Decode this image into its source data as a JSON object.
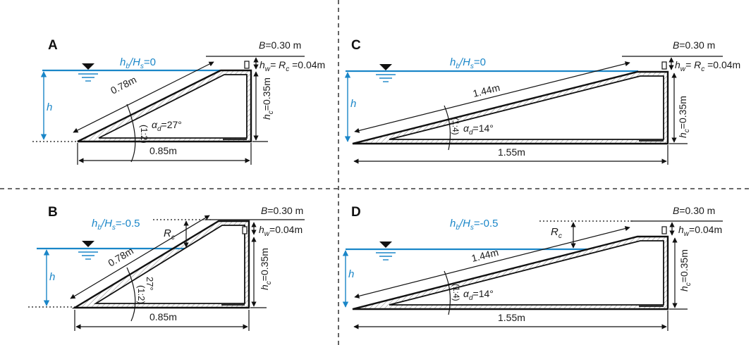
{
  "panels": [
    {
      "letter": "A",
      "ratio": "h",
      "ratio_sub": "b",
      "ratio_mid": "/H",
      "ratio_sub2": "s",
      "ratio_val": "=0",
      "B": "B",
      "B_val": "=0.30 m",
      "hw": "h",
      "hw_sub": "w",
      "hw_val": "= R",
      "rc_sub": "c",
      "rc_val": " =0.04m",
      "slope_len": "0.78m",
      "slope_ratio": "(1:2)",
      "angle_sym": "α",
      "angle_sub": "d",
      "angle_val": "=27°",
      "h": "h",
      "hc": "h",
      "hc_sub": "c",
      "hc_val": "=0.35m",
      "base": "0.85m"
    },
    {
      "letter": "C",
      "ratio": "h",
      "ratio_sub": "b",
      "ratio_mid": "/H",
      "ratio_sub2": "s",
      "ratio_val": "=0",
      "B": "B",
      "B_val": "=0.30 m",
      "hw": "h",
      "hw_sub": "w",
      "hw_val": "= R",
      "rc_sub": "c",
      "rc_val": " =0.04m",
      "slope_len": "1.44m",
      "slope_ratio": "(1:4)",
      "angle_sym": "α",
      "angle_sub": "d",
      "angle_val": "=14°",
      "h": "h",
      "hc": "h",
      "hc_sub": "c",
      "hc_val": "=0.35m",
      "base": "1.55m"
    },
    {
      "letter": "B",
      "ratio": "h",
      "ratio_sub": "b",
      "ratio_mid": "/H",
      "ratio_sub2": "s",
      "ratio_val": "=-0.5",
      "B": "B",
      "B_val": "=0.30 m",
      "hw": "h",
      "hw_sub": "w",
      "hw_val": "=0.04m",
      "rc": "R",
      "rc_sub": "c",
      "slope_len": "0.78m",
      "slope_ratio": "(1:2)",
      "angle_val": "27°",
      "h": "h",
      "hc": "h",
      "hc_sub": "c",
      "hc_val": "=0.35m",
      "base": "0.85m"
    },
    {
      "letter": "D",
      "ratio": "h",
      "ratio_sub": "b",
      "ratio_mid": "/H",
      "ratio_sub2": "s",
      "ratio_val": "=-0.5",
      "B": "B",
      "B_val": "=0.30 m",
      "hw": "h",
      "hw_sub": "w",
      "hw_val": "=0.04m",
      "rc": "R",
      "rc_sub": "c",
      "slope_len": "1.44m",
      "slope_ratio": "(1:4)",
      "angle_sym": "α",
      "angle_sub": "d",
      "angle_val": "=14°",
      "h": "h",
      "hc": "h",
      "hc_sub": "c",
      "hc_val": "=0.35m",
      "base": "1.55m"
    }
  ],
  "colors": {
    "water": "#1a86c8",
    "line": "#111111",
    "hatch": "#9a9a9a"
  }
}
